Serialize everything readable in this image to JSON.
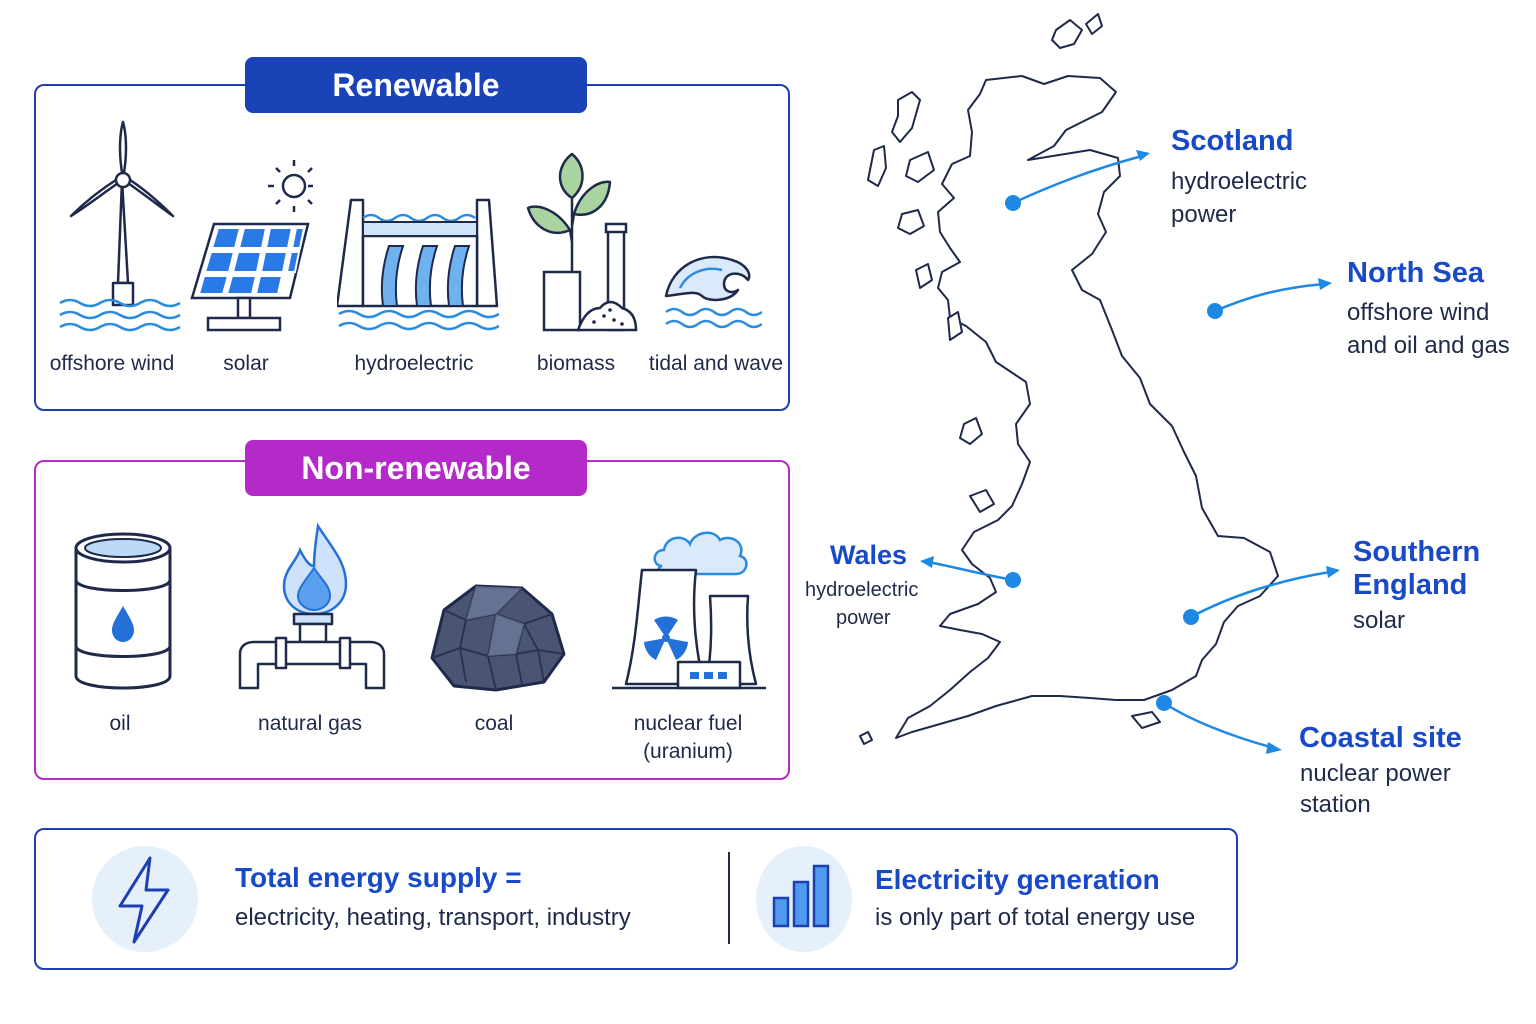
{
  "renewable": {
    "title": "Renewable",
    "items": [
      {
        "label": "offshore wind",
        "icon": "wind-turbine-icon"
      },
      {
        "label": "solar",
        "icon": "solar-panel-icon"
      },
      {
        "label": "hydroelectric",
        "icon": "dam-icon"
      },
      {
        "label": "biomass",
        "icon": "plant-icon"
      },
      {
        "label": "tidal and wave",
        "icon": "wave-icon"
      }
    ]
  },
  "non_renewable": {
    "title": "Non-renewable",
    "items": [
      {
        "label": "oil",
        "icon": "oil-barrel-icon"
      },
      {
        "label": "natural gas",
        "icon": "gas-flame-icon"
      },
      {
        "label": "coal",
        "icon": "coal-icon"
      },
      {
        "label": "nuclear fuel",
        "label2": "(uranium)",
        "icon": "cooling-tower-icon"
      }
    ]
  },
  "map": {
    "regions": [
      {
        "name": "Scotland",
        "lines": [
          "hydroelectric",
          "power"
        ]
      },
      {
        "name": "North Sea",
        "lines": [
          "offshore wind",
          "and oil and gas"
        ]
      },
      {
        "name": "Wales",
        "lines": [
          "hydroelectric",
          "power"
        ]
      },
      {
        "name": "Southern",
        "name2": "England",
        "lines": [
          "solar"
        ]
      },
      {
        "name": "Coastal site",
        "lines": [
          "nuclear power",
          "station"
        ]
      }
    ],
    "accent": "#1e88e5"
  },
  "footer": {
    "left_title": "Total energy supply =",
    "left_text": "electricity, heating, transport, industry",
    "right_title": "Electricity generation",
    "right_text": "is only part of total energy use",
    "left_icon": "lightning-icon",
    "right_icon": "bar-chart-icon"
  },
  "colors": {
    "renewable": "#1a43b8",
    "non_renewable": "#b42ac8",
    "text_blue": "#1849c6"
  }
}
